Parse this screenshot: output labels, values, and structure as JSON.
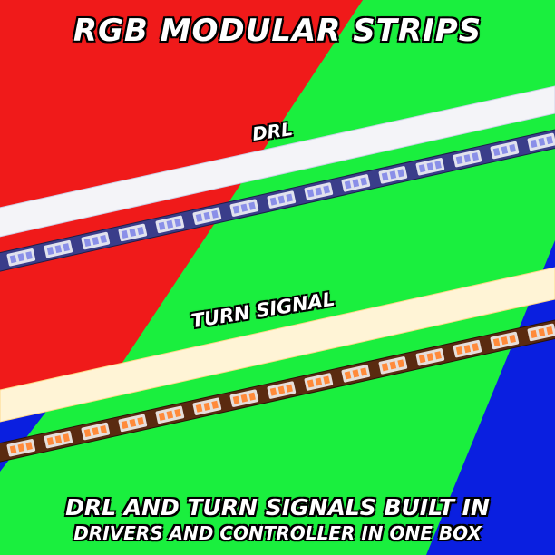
{
  "title": "RGB MODULAR STRIPS",
  "labels": {
    "drl": "DRL",
    "turn": "TURN SIGNAL"
  },
  "footer": {
    "line1": "DRL AND TURN SIGNALS BUILT IN",
    "line2": "DRIVERS AND CONTROLLER IN ONE BOX"
  },
  "colors": {
    "red": "#f01a1a",
    "green": "#1aef3e",
    "blue": "#0a1fe0",
    "drl_led": "#8a8fe8",
    "turn_led": "#ff8a3a"
  }
}
